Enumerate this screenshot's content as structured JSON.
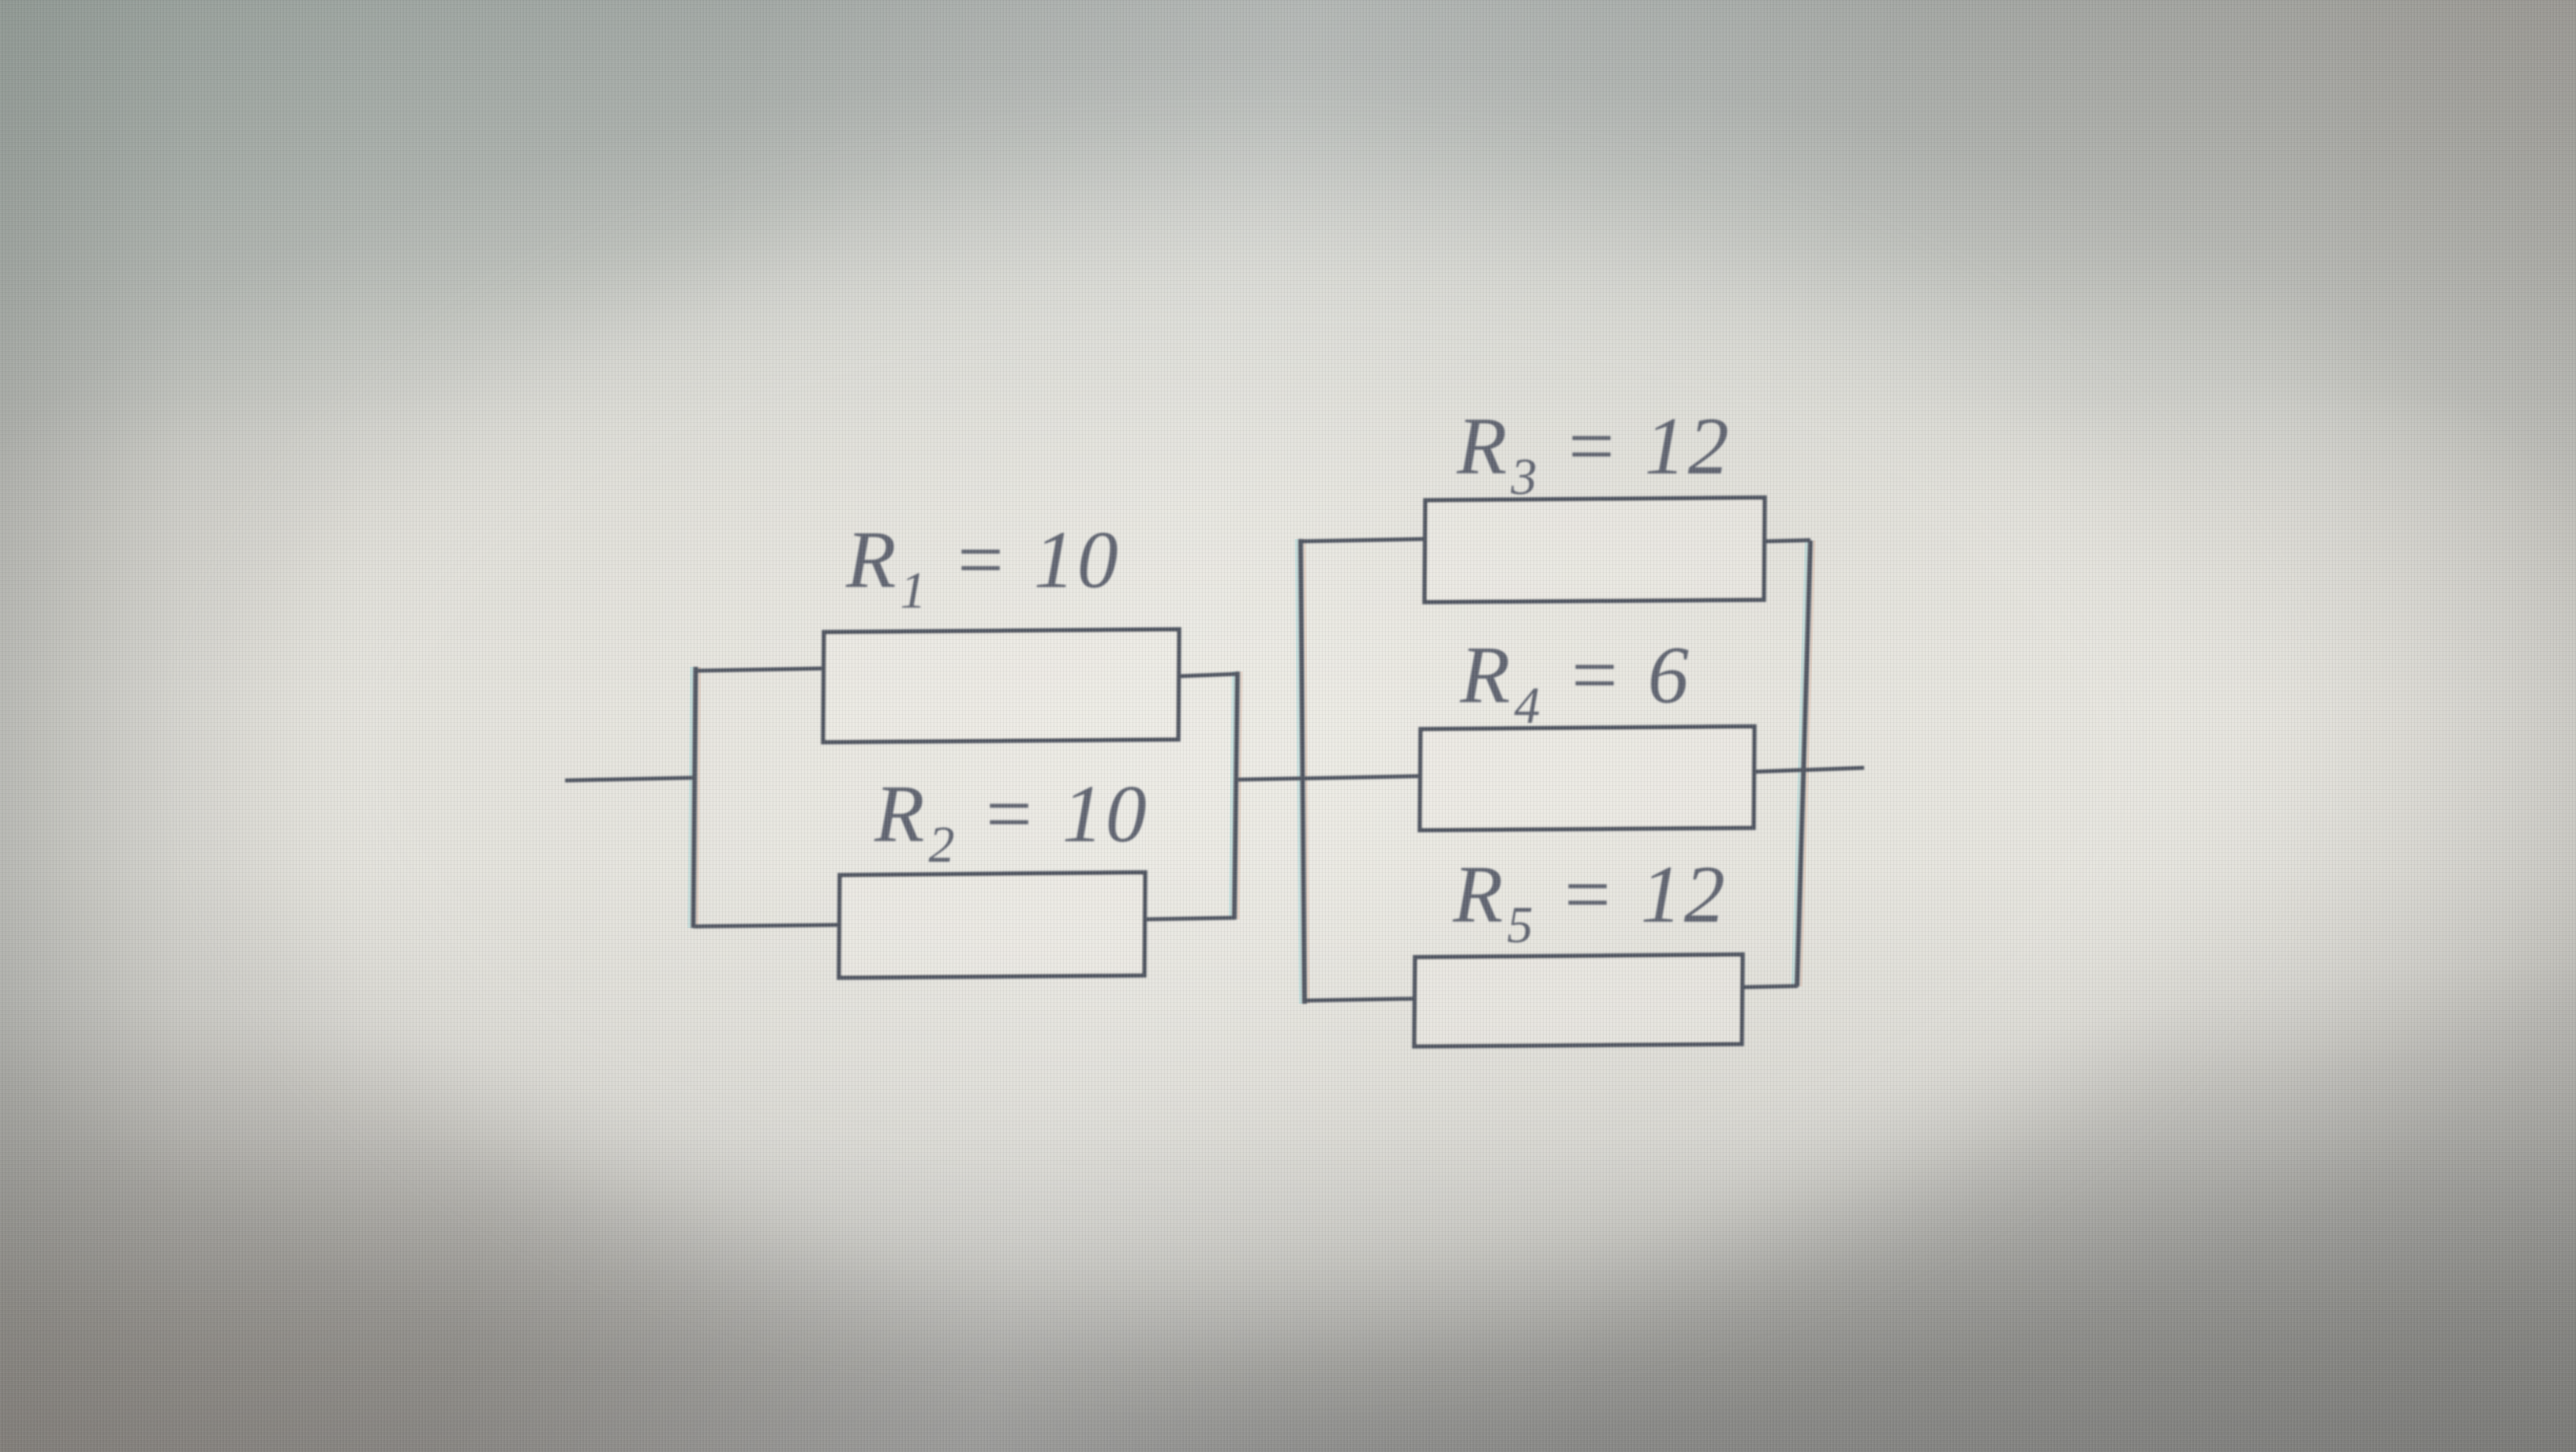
{
  "circuit": {
    "resistors": [
      {
        "id": "R1",
        "symbol": "R",
        "subscript": "1",
        "relation": "=",
        "value": "10"
      },
      {
        "id": "R2",
        "symbol": "R",
        "subscript": "2",
        "relation": "=",
        "value": "10"
      },
      {
        "id": "R3",
        "symbol": "R",
        "subscript": "3",
        "relation": "=",
        "value": "12"
      },
      {
        "id": "R4",
        "symbol": "R",
        "subscript": "4",
        "relation": "=",
        "value": "6"
      },
      {
        "id": "R5",
        "symbol": "R",
        "subscript": "5",
        "relation": "=",
        "value": "12"
      }
    ],
    "topology": {
      "series_of_parallel_groups": [
        [
          "R1",
          "R2"
        ],
        [
          "R3",
          "R4",
          "R5"
        ]
      ]
    }
  },
  "colors": {
    "wire": "#4d525f",
    "label": "#5f6470",
    "page_bright": "#dedcd6",
    "screen_gray": "#9a9c99",
    "fringe_cyan": "#9fd8da",
    "fringe_warm": "#d8a893"
  }
}
